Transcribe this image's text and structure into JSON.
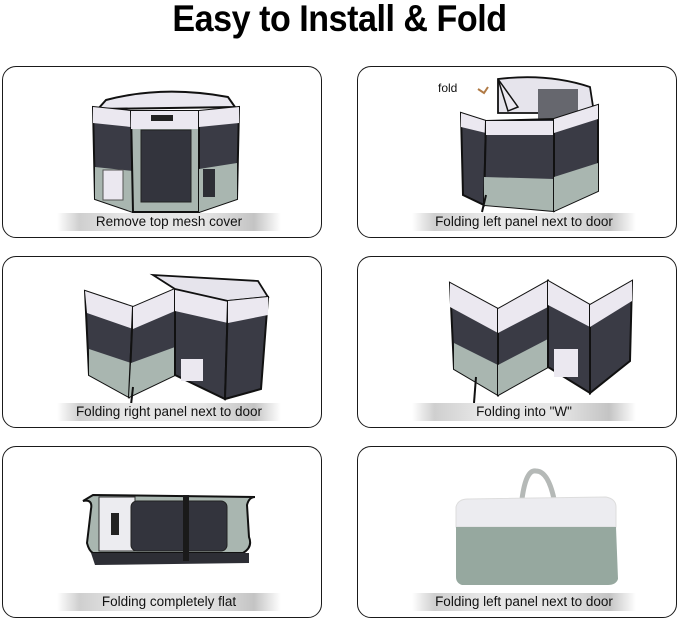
{
  "title": "Easy to Install & Fold",
  "steps": [
    {
      "caption": "Remove top mesh cover",
      "image": "playpen-open-full"
    },
    {
      "caption": "Folding left panel next to door",
      "image": "playpen-left-panel-folding",
      "annotation": "fold"
    },
    {
      "caption": "Folding right panel next to door",
      "image": "playpen-right-panel-folding"
    },
    {
      "caption": "Folding into \"W\"",
      "image": "playpen-w-fold"
    },
    {
      "caption": "Folding completely flat",
      "image": "playpen-flat"
    },
    {
      "caption": "Folding left panel next to door",
      "image": "playpen-carry-bag"
    }
  ],
  "colors": {
    "panel_white": "#ececf0",
    "panel_mesh": "#3a3b45",
    "panel_sage": "#a9b6b0",
    "outline": "#111111",
    "fold_arrow": "#b07a45"
  }
}
